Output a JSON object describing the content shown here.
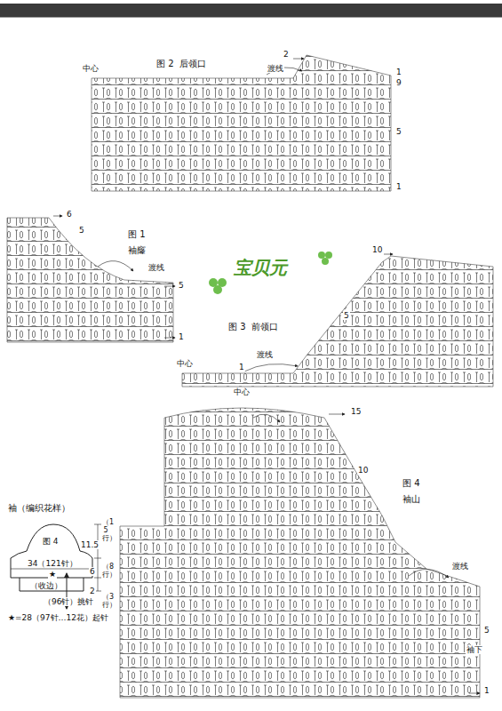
{
  "diagram": {
    "labels": [
      "图 2  后领口",
      "中心",
      "渡线",
      "2",
      "1",
      "9",
      "5",
      "1",
      "图 1",
      "袖窿",
      "渡线",
      "6",
      "5",
      "5",
      "1",
      "宝贝元",
      "10",
      "5",
      "图 3  前领口",
      "中心",
      "渡线",
      "1",
      "中心",
      "15",
      "10",
      "图 4",
      "袖山",
      "渡线",
      "5",
      "袖下",
      "1",
      "袖（编织花样）",
      "图 4",
      "34（121针）",
      "★",
      "（收边）",
      "（96针）挑针",
      "★=28（97针…12花）起针",
      "11.5",
      "（15行）",
      "6",
      "（8行）",
      "2",
      "（3行）"
    ]
  }
}
